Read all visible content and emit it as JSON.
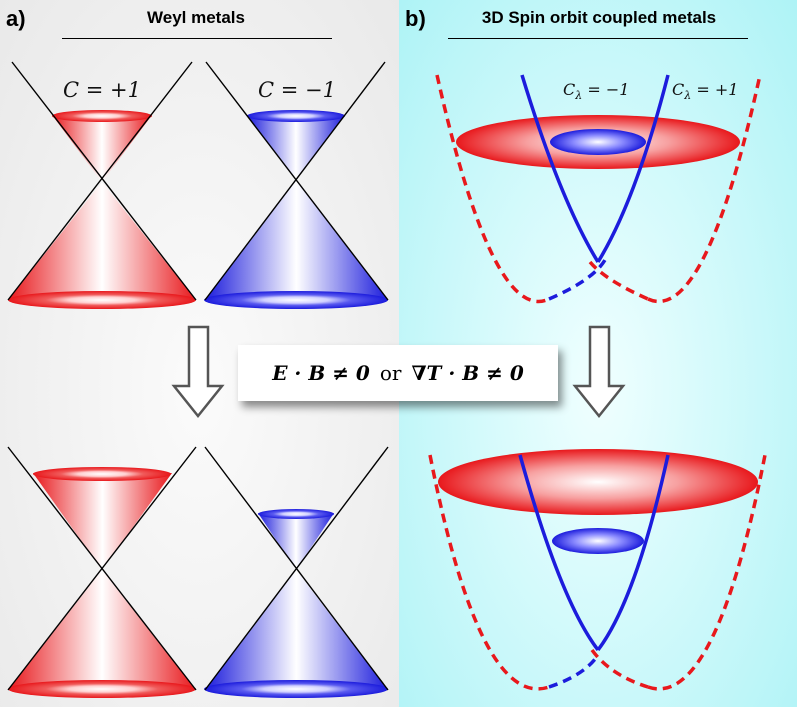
{
  "panel_a": {
    "letter": "a)",
    "title": "Weyl metals",
    "cone_left": {
      "label": "C = +1",
      "color": "#e8181c"
    },
    "cone_right": {
      "label": "C = −1",
      "color": "#1c1cdc"
    }
  },
  "panel_b": {
    "letter": "b)",
    "title": "3D Spin orbit coupled metals",
    "band_left_label": "C",
    "band_left_sub": "λ",
    "band_left_value": " = −1",
    "band_right_label": "C",
    "band_right_sub": "λ",
    "band_right_value": " = +1",
    "fermi_surface_outer_color": "#e8181c",
    "fermi_surface_inner_color": "#1c1cdc"
  },
  "condition": {
    "part1": "E · B ≠ 0",
    "connector": "or",
    "part2": "∇T · B ≠ 0"
  },
  "colors": {
    "red": "#e8181c",
    "blue": "#1c1cdc",
    "panel_a_bg": "#ececec",
    "panel_b_bg": "#b8f5f7"
  }
}
